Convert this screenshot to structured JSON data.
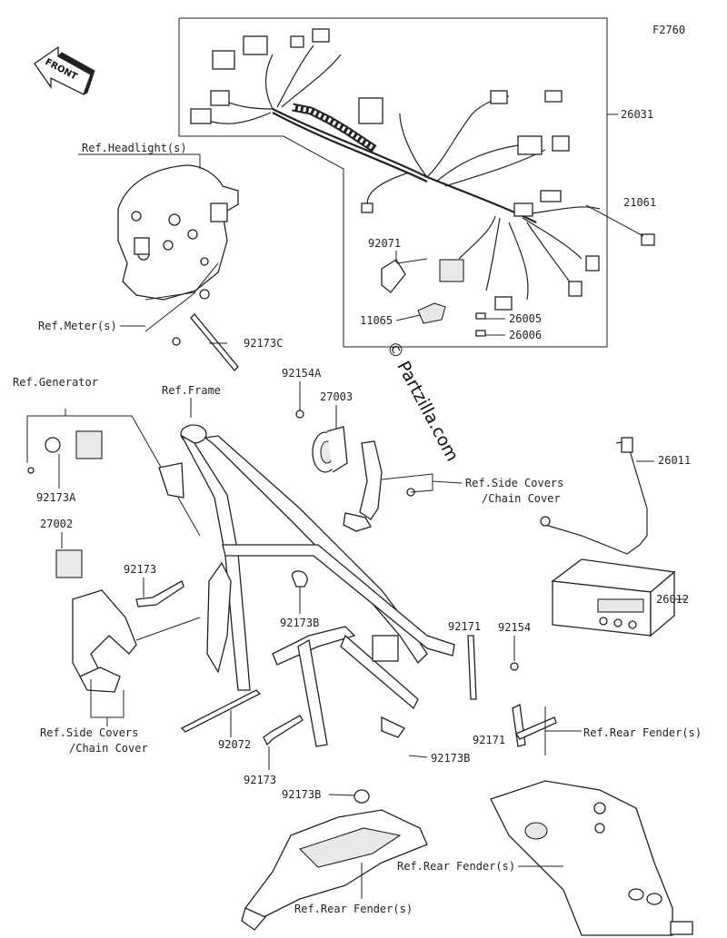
{
  "figure_code": "F2760",
  "watermark": "© Partzilla.com",
  "front_arrow_text": "FRONT",
  "labels": {
    "p26031": "26031",
    "p21061": "21061",
    "p92071": "92071",
    "p11065": "11065",
    "p26005": "26005",
    "p26006": "26006",
    "ref_headlight": "Ref.Headlight(s)",
    "ref_meter": "Ref.Meter(s)",
    "p92173C": "92173C",
    "p92154A": "92154A",
    "p27003": "27003",
    "ref_generator": "Ref.Generator",
    "ref_frame": "Ref.Frame",
    "p92173A": "92173A",
    "p27002": "27002",
    "p92173_a": "92173",
    "p92173B_a": "92173B",
    "ref_side_covers_1a": "Ref.Side Covers",
    "ref_side_covers_1b": "/Chain Cover",
    "p26011": "26011",
    "p26012": "26012",
    "p92171_a": "92171",
    "p92154": "92154",
    "ref_side_covers_2a": "Ref.Side Covers",
    "ref_side_covers_2b": "/Chain Cover",
    "p92072": "92072",
    "p92173_b": "92173",
    "p92171_b": "92171",
    "p92173B_b": "92173B",
    "ref_rear_fender_1": "Ref.Rear Fender(s)",
    "p92173B_c": "92173B",
    "ref_rear_fender_2": "Ref.Rear Fender(s)",
    "ref_rear_fender_3": "Ref.Rear Fender(s)"
  },
  "colors": {
    "ink": "#222222",
    "paper": "#ffffff",
    "shade": "#e8e8e8"
  },
  "icons": [
    "front-arrow-icon"
  ]
}
